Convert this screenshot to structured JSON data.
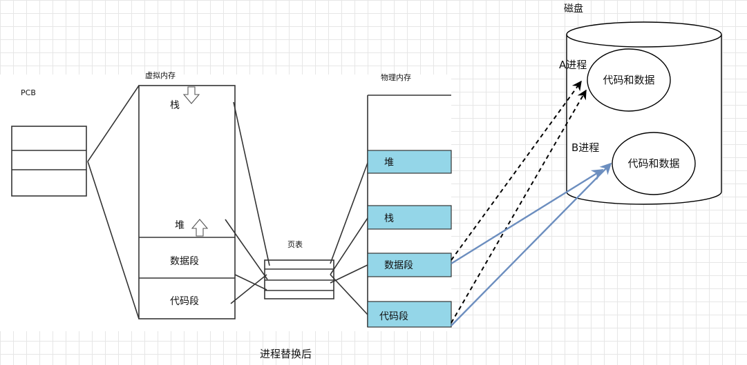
{
  "diagram": {
    "pcb_label": "PCB",
    "virtual_memory": {
      "title": "虚拟内存",
      "stack": "栈",
      "heap": "堆",
      "data_segment": "数据段",
      "code_segment": "代码段"
    },
    "page_table": {
      "title": "页表"
    },
    "physical_memory": {
      "title": "物理内存",
      "heap": "堆",
      "stack": "栈",
      "data_segment": "数据段",
      "code_segment": "代码段"
    },
    "disk": {
      "title": "磁盘",
      "process_a": {
        "label": "A进程",
        "content": "代码和数据"
      },
      "process_b": {
        "label": "B进程",
        "content": "代码和数据"
      }
    },
    "caption": "进程替换后"
  },
  "colors": {
    "segment_fill": "#94d6e8",
    "arrow_blue": "#6c8ebf",
    "arrow_black": "#000000"
  }
}
